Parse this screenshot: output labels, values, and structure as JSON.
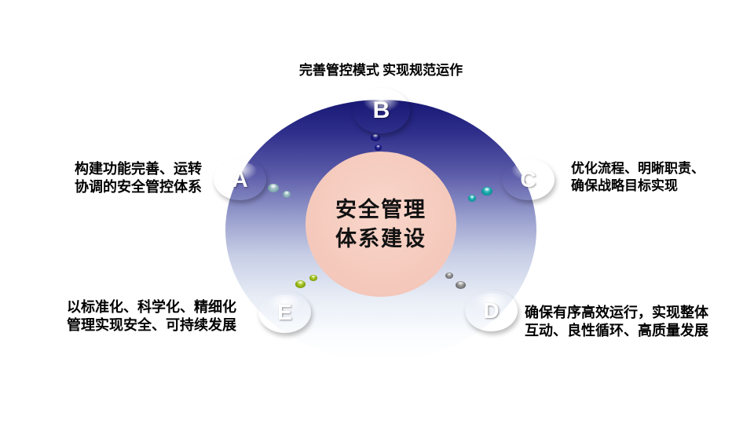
{
  "diagram": {
    "type": "hub-and-spoke",
    "background_color": "#ffffff",
    "gradient_ellipse_top_color": "#181874",
    "gradient_ellipse_bottom_color": "#ffffff"
  },
  "center": {
    "title_lines": [
      "安全管理",
      "体系建设"
    ],
    "circle_color": "#f4c8bb",
    "text_color": "#111111"
  },
  "nodes": [
    {
      "id": "B",
      "letter": "B",
      "position": "top",
      "color": "#1c1c86",
      "caption_lines": [
        "完善管控模式 实现规范运作"
      ]
    },
    {
      "id": "A",
      "letter": "A",
      "position": "left",
      "color": "#94b8bd",
      "caption_lines": [
        "构建功能完善、运转",
        "协调的安全管控体系"
      ]
    },
    {
      "id": "C",
      "letter": "C",
      "position": "right",
      "color": "#18a7ac",
      "caption_lines": [
        "优化流程、明晰职责、",
        "确保战略目标实现"
      ]
    },
    {
      "id": "E",
      "letter": "E",
      "position": "bottom-left",
      "color": "#9abb14",
      "caption_lines": [
        "以标准化、科学化、精细化",
        "管理实现安全、可持续发展"
      ]
    },
    {
      "id": "D",
      "letter": "D",
      "position": "bottom-right",
      "color": "#8a8a8a",
      "caption_lines": [
        "确保有序高效运行，实现整体",
        "互动、良性循环、高质量发展"
      ]
    }
  ]
}
